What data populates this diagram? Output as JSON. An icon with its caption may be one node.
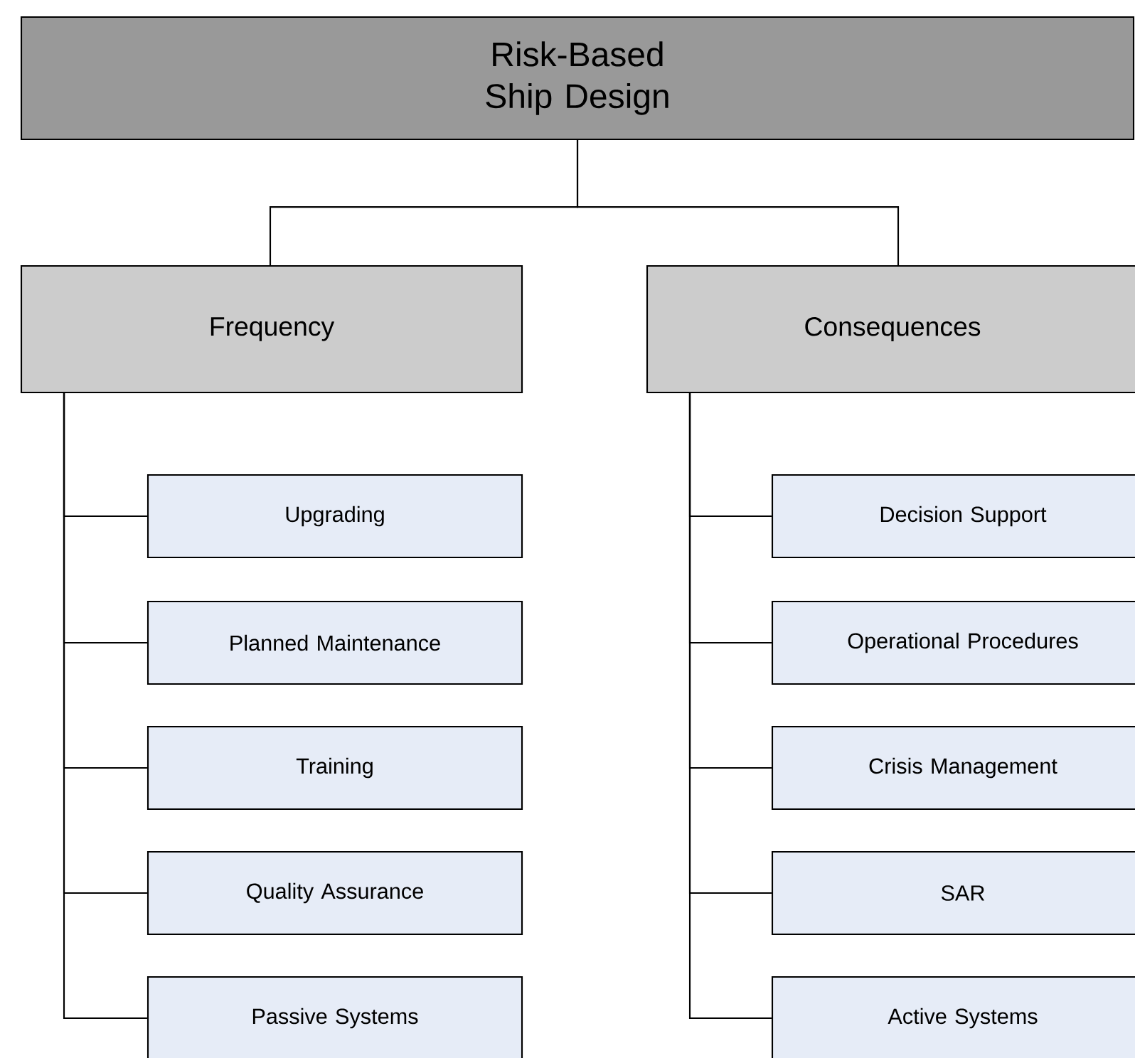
{
  "diagram": {
    "nodes": [
      {
        "text": [
          "Risk-Based Ship Design"
        ]
      },
      {
        "text": [
          "Frequency"
        ]
      },
      {
        "text": [
          "Consequences"
        ]
      },
      {
        "text": [
          "Upgrading"
        ]
      },
      {
        "text": [
          "Planned Maintenance"
        ]
      },
      {
        "text": [
          "Training"
        ]
      },
      {
        "text": [
          "Quality Assurance"
        ]
      },
      {
        "text": [
          "Passive Systems"
        ]
      },
      {
        "text": [
          "Decision Support"
        ]
      },
      {
        "text": [
          "Operational Procedures"
        ]
      },
      {
        "text": [
          "Crisis Management"
        ]
      },
      {
        "text": [
          "SAR"
        ]
      },
      {
        "text": [
          "Active Systems"
        ]
      }
    ],
    "edges": [
      {
        "from": 0,
        "to": 1,
        "arrow": "none"
      },
      {
        "from": 0,
        "to": 2,
        "arrow": "none"
      },
      {
        "from": 1,
        "to": 3,
        "arrow": "none"
      },
      {
        "from": 1,
        "to": 4,
        "arrow": "none"
      },
      {
        "from": 1,
        "to": 5,
        "arrow": "none"
      },
      {
        "from": 1,
        "to": 6,
        "arrow": "none"
      },
      {
        "from": 1,
        "to": 7,
        "arrow": "none"
      },
      {
        "from": 2,
        "to": 8,
        "arrow": "none"
      },
      {
        "from": 2,
        "to": 9,
        "arrow": "none"
      },
      {
        "from": 2,
        "to": 10,
        "arrow": "none"
      },
      {
        "from": 2,
        "to": 11,
        "arrow": "none"
      },
      {
        "from": 2,
        "to": 12,
        "arrow": "none"
      }
    ]
  }
}
